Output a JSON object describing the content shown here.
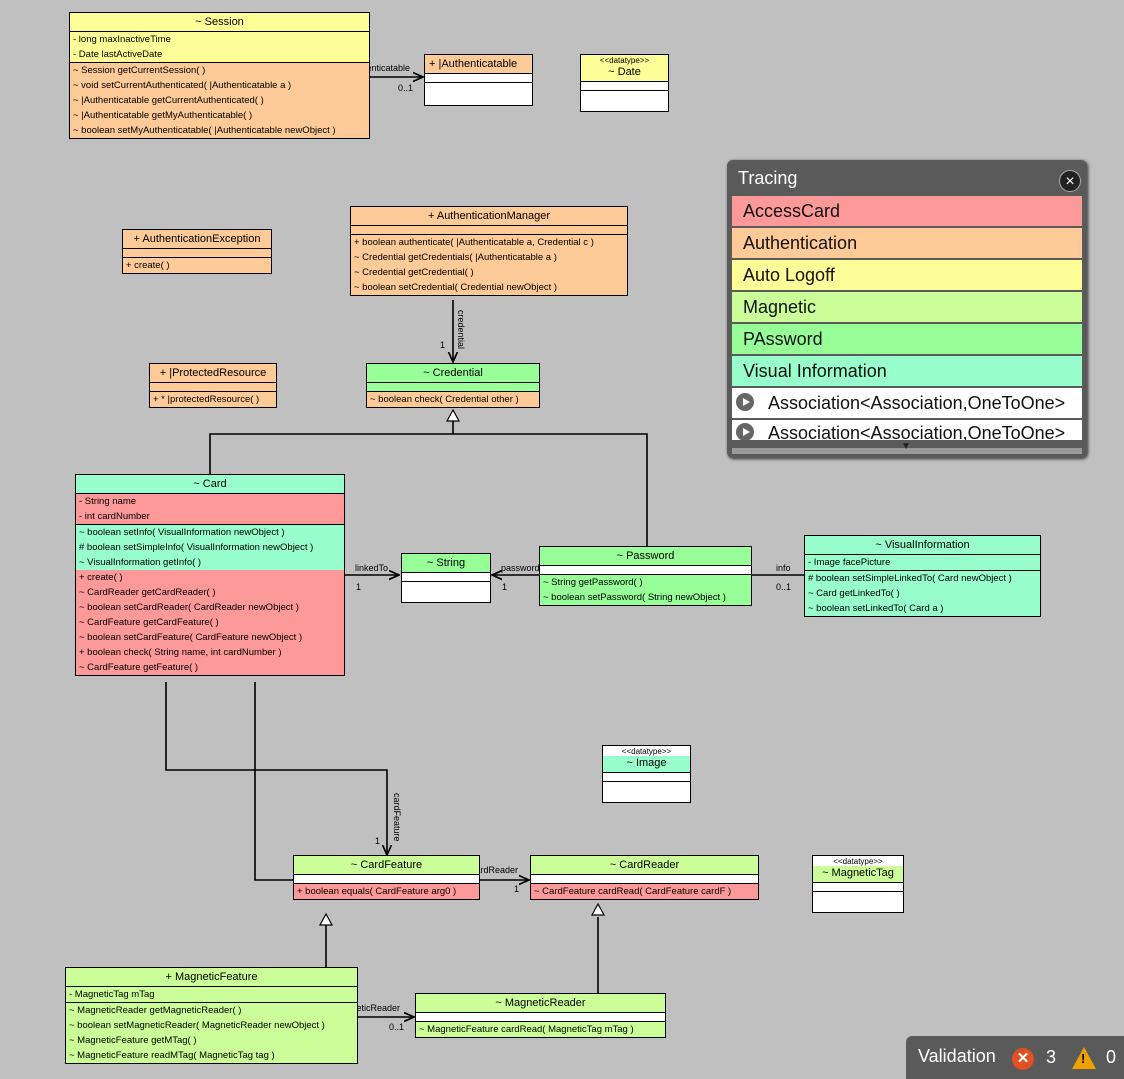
{
  "colors": {
    "canvas": "#c0c0c0",
    "access_card": "#fe9999",
    "authentication": "#fdca98",
    "auto_logoff": "#fefe99",
    "magnetic": "#cbfe98",
    "password": "#98fe98",
    "visual_information": "#98fecb",
    "panel": "#5a5a5a",
    "error": "#e05020",
    "warning": "#f0a000"
  },
  "classes": {
    "session": {
      "header": "~  Session",
      "attrs": [
        "- long maxInactiveTime",
        "- Date lastActiveDate"
      ],
      "ops": [
        "~ Session getCurrentSession( )",
        "~ void setCurrentAuthenticated( |Authenticatable a )",
        "~ |Authenticatable getCurrentAuthenticated( )",
        "~ |Authenticatable getMyAuthenticatable( )",
        "~ boolean setMyAuthenticatable( |Authenticatable newObject )"
      ]
    },
    "authenticatable": {
      "header": "+  |Authenticatable"
    },
    "date": {
      "stereotype": "<<datatype>>",
      "header": "~  Date"
    },
    "auth_exception": {
      "header": "+  AuthenticationException",
      "ops": [
        "+ create( )"
      ]
    },
    "auth_manager": {
      "header": "+  AuthenticationManager",
      "ops": [
        "+ boolean authenticate( |Authenticatable a, Credential c )",
        "~ Credential getCredentials( |Authenticatable a )",
        "~ Credential getCredential( )",
        "~ boolean setCredential( Credential newObject )"
      ]
    },
    "protected_resource": {
      "header": "+  |ProtectedResource",
      "ops": [
        "+ * |protectedResource( )"
      ]
    },
    "credential": {
      "header": "~  Credential",
      "ops": [
        "~ boolean check( Credential other )"
      ]
    },
    "card": {
      "header": "~  Card",
      "attrs": [
        "- String name",
        "- int cardNumber"
      ],
      "ops_visual": [
        "~ boolean setInfo( VisualInformation newObject )",
        "# boolean setSimpleInfo( VisualInformation newObject )",
        "~ VisualInformation getInfo( )"
      ],
      "ops_access": [
        "+ create( )",
        "~ CardReader getCardReader( )",
        "~ boolean setCardReader( CardReader newObject )",
        "~ CardFeature getCardFeature( )",
        "~ boolean setCardFeature( CardFeature newObject )",
        "+ boolean check( String name, int cardNumber )",
        "~ CardFeature getFeature( )"
      ]
    },
    "string": {
      "header": "~  String"
    },
    "password": {
      "header": "~  Password",
      "ops": [
        "~ String getPassword( )",
        "~ boolean setPassword( String newObject )"
      ]
    },
    "visual_info": {
      "header": "~  VisualInformation",
      "attrs": [
        "- Image facePicture"
      ],
      "ops": [
        "# boolean setSimpleLinkedTo( Card newObject )",
        "~ Card getLinkedTo( )",
        "~ boolean setLinkedTo( Card a )"
      ]
    },
    "image": {
      "stereotype": "<<datatype>>",
      "header": "~  Image"
    },
    "card_feature": {
      "header": "~  CardFeature",
      "ops": [
        "+ boolean equals( CardFeature arg0 )"
      ]
    },
    "card_reader": {
      "header": "~  CardReader",
      "ops": [
        "~ CardFeature cardRead( CardFeature cardF )"
      ]
    },
    "magnetic_tag": {
      "stereotype": "<<datatype>>",
      "header": "~  MagneticTag"
    },
    "magnetic_feature": {
      "header": "+  MagneticFeature",
      "attrs": [
        "- MagneticTag mTag"
      ],
      "ops": [
        "~ MagneticReader getMagneticReader( )",
        "~ boolean setMagneticReader( MagneticReader newObject )",
        "~ MagneticFeature getMTag( )",
        "~ MagneticFeature readMTag( MagneticTag tag )"
      ]
    },
    "magnetic_reader": {
      "header": "~  MagneticReader",
      "ops": [
        "~ MagneticFeature cardRead( MagneticTag mTag )"
      ]
    }
  },
  "edge_labels": {
    "my_authenticatable": "myAuthenticatable",
    "my_auth_mult": "0..1",
    "credential": "credential",
    "credential_mult": "1",
    "linked_to": "linkedTo",
    "linked_to_mult": "1",
    "password": "password",
    "password_mult": "1",
    "info": "info",
    "info_mult": "0..1",
    "card_feature": "cardFeature",
    "card_feature_mult": "1",
    "card_reader": "cardReader",
    "card_reader_mult": "1",
    "magnetic_reader": "magneticReader",
    "magnetic_reader_mult": "0..1"
  },
  "tracing": {
    "title": "Tracing",
    "items": [
      "AccessCard",
      "Authentication",
      "Auto Logoff",
      "Magnetic",
      "PAssword",
      "Visual Information"
    ],
    "assoc_items": [
      "Association<Association,OneToOne>",
      "Association<Association,OneToOne>"
    ],
    "close_icon": "close-icon",
    "scroll_icon": "scroll-down-icon"
  },
  "validation": {
    "label": "Validation",
    "errors": "3",
    "warnings": "0"
  }
}
